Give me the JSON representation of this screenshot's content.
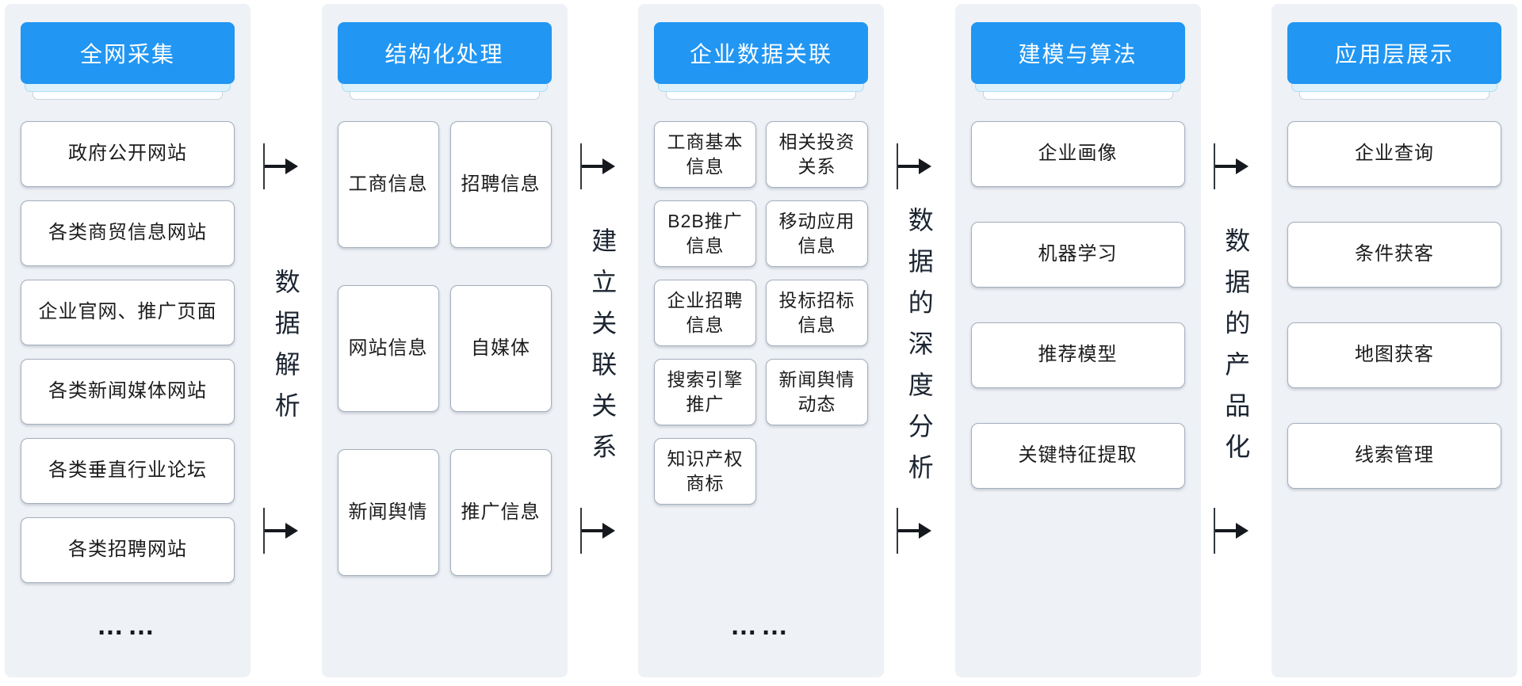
{
  "colors": {
    "accent_blue": "#2196f3",
    "panel_bg": "#eef1f5",
    "box_border": "#a5afbe",
    "arrow": "#15181d",
    "header_text": "#ffffff"
  },
  "columns": [
    {
      "title": "全网采集",
      "ellipsis": "……",
      "items": [
        "政府公开网站",
        "各类商贸信息网站",
        "企业官网、推广页面",
        "各类新闻媒体网站",
        "各类垂直行业论坛",
        "各类招聘网站"
      ]
    },
    {
      "title": "结构化处理",
      "items": [
        "工商信息",
        "招聘信息",
        "网站信息",
        "自媒体",
        "新闻舆情",
        "推广信息"
      ]
    },
    {
      "title": "企业数据关联",
      "ellipsis": "……",
      "items": [
        "工商基本信息",
        "相关投资关系",
        "B2B推广信息",
        "移动应用信息",
        "企业招聘信息",
        "投标招标信息",
        "搜索引擎推广",
        "新闻舆情动态",
        "知识产权商标"
      ]
    },
    {
      "title": "建模与算法",
      "items": [
        "企业画像",
        "机器学习",
        "推荐模型",
        "关键特征提取"
      ]
    },
    {
      "title": "应用层展示",
      "items": [
        "企业查询",
        "条件获客",
        "地图获客",
        "线索管理"
      ]
    }
  ],
  "connectors": [
    {
      "label": "数据解析"
    },
    {
      "label": "建立关联关系"
    },
    {
      "label": "数据的深度分析"
    },
    {
      "label": "数据的产品化"
    }
  ]
}
